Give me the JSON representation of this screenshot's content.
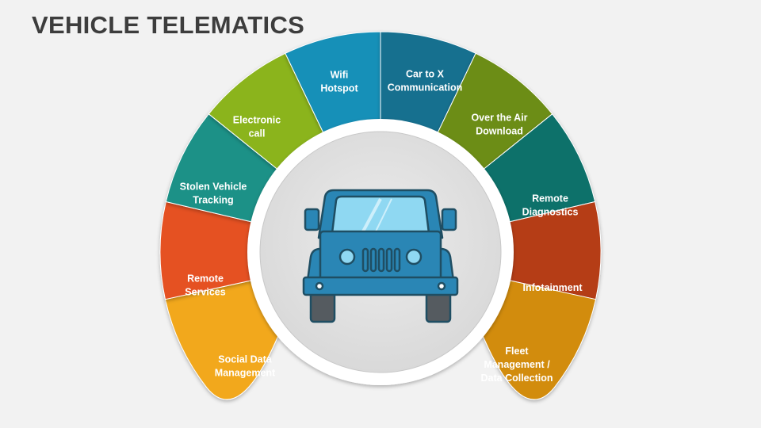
{
  "title": "VEHICLE TELEMATICS",
  "center_icon": "jeep-icon",
  "segments": [
    {
      "label": [
        "Social Data",
        "Management"
      ],
      "color": "#f2a81e"
    },
    {
      "label": [
        "Remote",
        "Services"
      ],
      "color": "#e55121"
    },
    {
      "label": [
        "Stolen Vehicle",
        "Tracking"
      ],
      "color": "#1b9187"
    },
    {
      "label": [
        "Electronic",
        "call"
      ],
      "color": "#8bb41f"
    },
    {
      "label": [
        "Wifi",
        "Hotspot"
      ],
      "color": "#1790b8"
    },
    {
      "label": [
        "Car to X",
        "Communication"
      ],
      "color": "#146f8f"
    },
    {
      "label": [
        "Over the Air",
        "Download"
      ],
      "color": "#6c8d14"
    },
    {
      "label": [
        "Remote",
        "Diagnostics"
      ],
      "color": "#10716a"
    },
    {
      "label": [
        "Infotainment"
      ],
      "color": "#b53c16"
    },
    {
      "label": [
        "Fleet",
        "Management /",
        "Data Collection"
      ],
      "color": "#d28c0c"
    }
  ]
}
